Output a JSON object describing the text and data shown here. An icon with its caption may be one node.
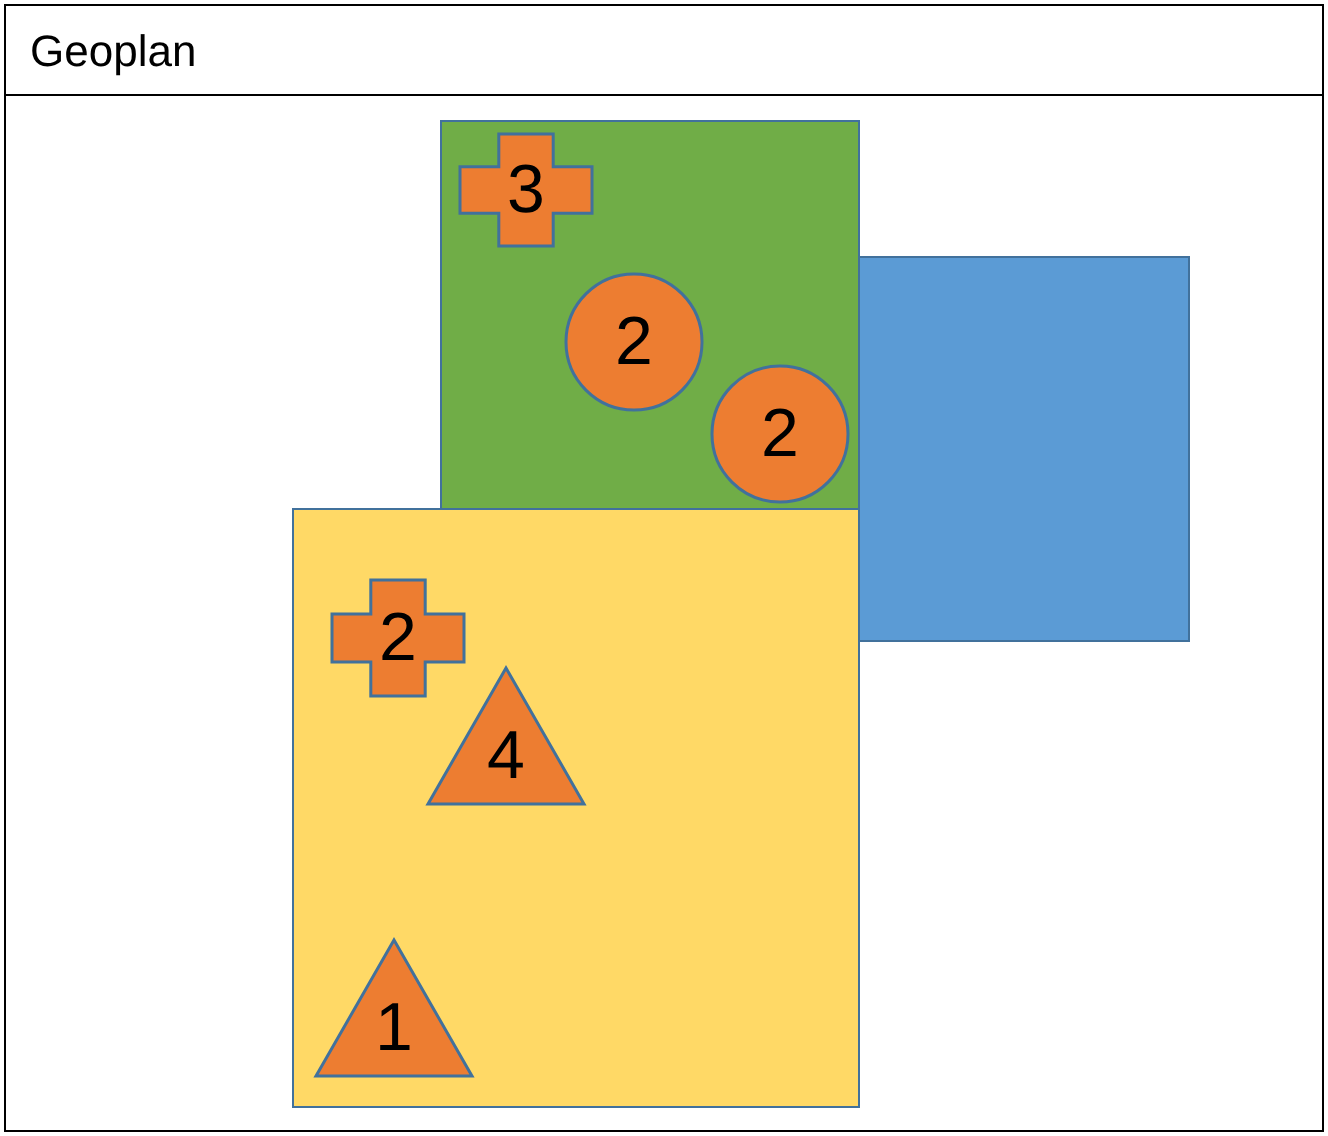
{
  "diagram": {
    "title": "Geoplan",
    "nodes": [
      {
        "text": [],
        "shape": "box"
      },
      {
        "text": [
          "3"
        ],
        "in": 0
      },
      {
        "text": [
          "2"
        ],
        "in": 0
      },
      {
        "text": [
          "2"
        ],
        "in": 0
      },
      {
        "text": [],
        "shape": "box"
      },
      {
        "text": [],
        "shape": "box"
      },
      {
        "text": [
          "2"
        ],
        "in": 5
      },
      {
        "text": [
          "4"
        ],
        "in": 5
      },
      {
        "text": [
          "1"
        ],
        "in": 5
      }
    ]
  }
}
